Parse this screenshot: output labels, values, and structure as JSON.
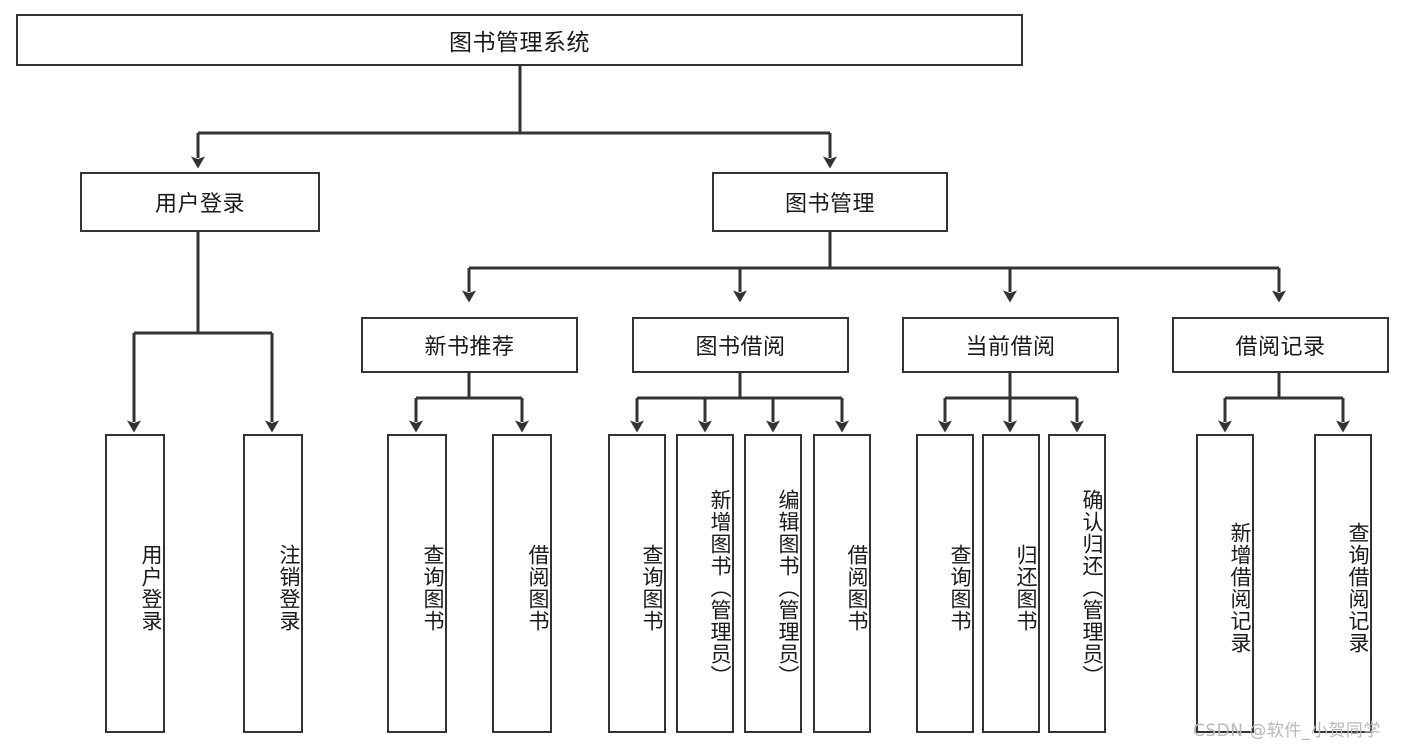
{
  "diagram": {
    "title": "图书管理系统",
    "levels": {
      "root": {
        "label": "图书管理系统"
      },
      "level2": [
        {
          "label": "用户登录"
        },
        {
          "label": "图书管理"
        }
      ],
      "level3": [
        {
          "label": "新书推荐"
        },
        {
          "label": "图书借阅"
        },
        {
          "label": "当前借阅"
        },
        {
          "label": "借阅记录"
        }
      ],
      "leaves": [
        {
          "label": "用户登录",
          "parent": "用户登录"
        },
        {
          "label": "注销登录",
          "parent": "用户登录"
        },
        {
          "label": "查询图书",
          "parent": "新书推荐"
        },
        {
          "label": "借阅图书",
          "parent": "新书推荐"
        },
        {
          "label": "查询图书",
          "parent": "图书借阅"
        },
        {
          "label": "新增图书（管理员）",
          "parent": "图书借阅"
        },
        {
          "label": "编辑图书（管理员）",
          "parent": "图书借阅"
        },
        {
          "label": "借阅图书",
          "parent": "图书借阅"
        },
        {
          "label": "查询图书",
          "parent": "当前借阅"
        },
        {
          "label": "归还图书",
          "parent": "当前借阅"
        },
        {
          "label": "确认归还（管理员）",
          "parent": "当前借阅"
        },
        {
          "label": "新增借阅记录",
          "parent": "借阅记录"
        },
        {
          "label": "查询借阅记录",
          "parent": "借阅记录"
        }
      ]
    },
    "watermark": "CSDN @软件_小贺同学",
    "colors": {
      "box_border": "#333333",
      "box_fill": "#ffffff",
      "connector": "#333333",
      "text": "#1a1a1a",
      "watermark": "#b8b8b8"
    }
  }
}
